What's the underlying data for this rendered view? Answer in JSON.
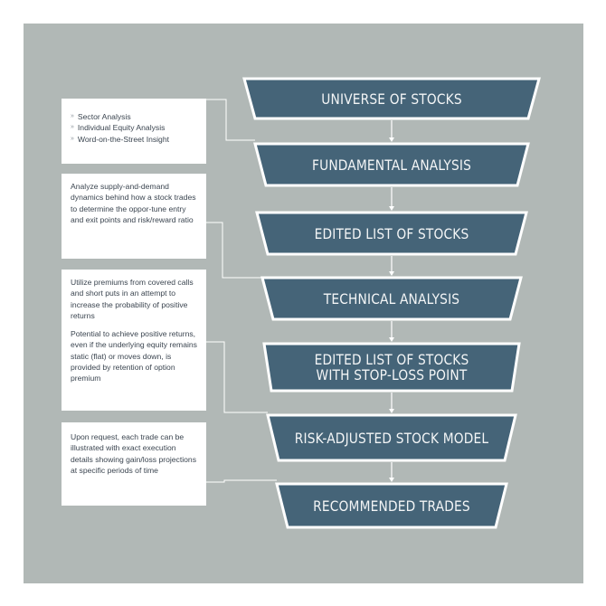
{
  "colors": {
    "background": "#b1b8b6",
    "stage_fill": "#456478",
    "stage_border": "#ffffff",
    "stage_text": "#f3f5f6",
    "note_text": "#3b4550",
    "connector": "#ffffff"
  },
  "stages": [
    {
      "label": "UNIVERSE OF STOCKS"
    },
    {
      "label": "FUNDAMENTAL ANALYSIS"
    },
    {
      "label": "EDITED LIST OF STOCKS"
    },
    {
      "label": "TECHNICAL ANALYSIS"
    },
    {
      "label": "EDITED LIST OF STOCKS\nWITH STOP-LOSS POINT"
    },
    {
      "label": "RISK-ADJUSTED STOCK MODEL"
    },
    {
      "label": "RECOMMENDED TRADES"
    }
  ],
  "notes": {
    "fundamental": {
      "bullet_symbol": "»",
      "items": [
        "Sector Analysis",
        "Individual Equity Analysis",
        "Word-on-the-Street Insight"
      ]
    },
    "technical": {
      "text": "Analyze supply-and-demand dynamics behind how a stock trades to determine the oppor-tune entry and exit points and risk/reward ratio"
    },
    "options": {
      "para1": "Utilize premiums from covered calls and short puts in an attempt to increase the probability of positive returns",
      "para2": "Potential to achieve positive returns, even if the underlying equity remains static (flat) or moves down, is provided by retention of option premium"
    },
    "trades": {
      "text": "Upon request, each trade can be illustrated with exact execution details showing gain/loss projections at specific periods of time"
    }
  }
}
